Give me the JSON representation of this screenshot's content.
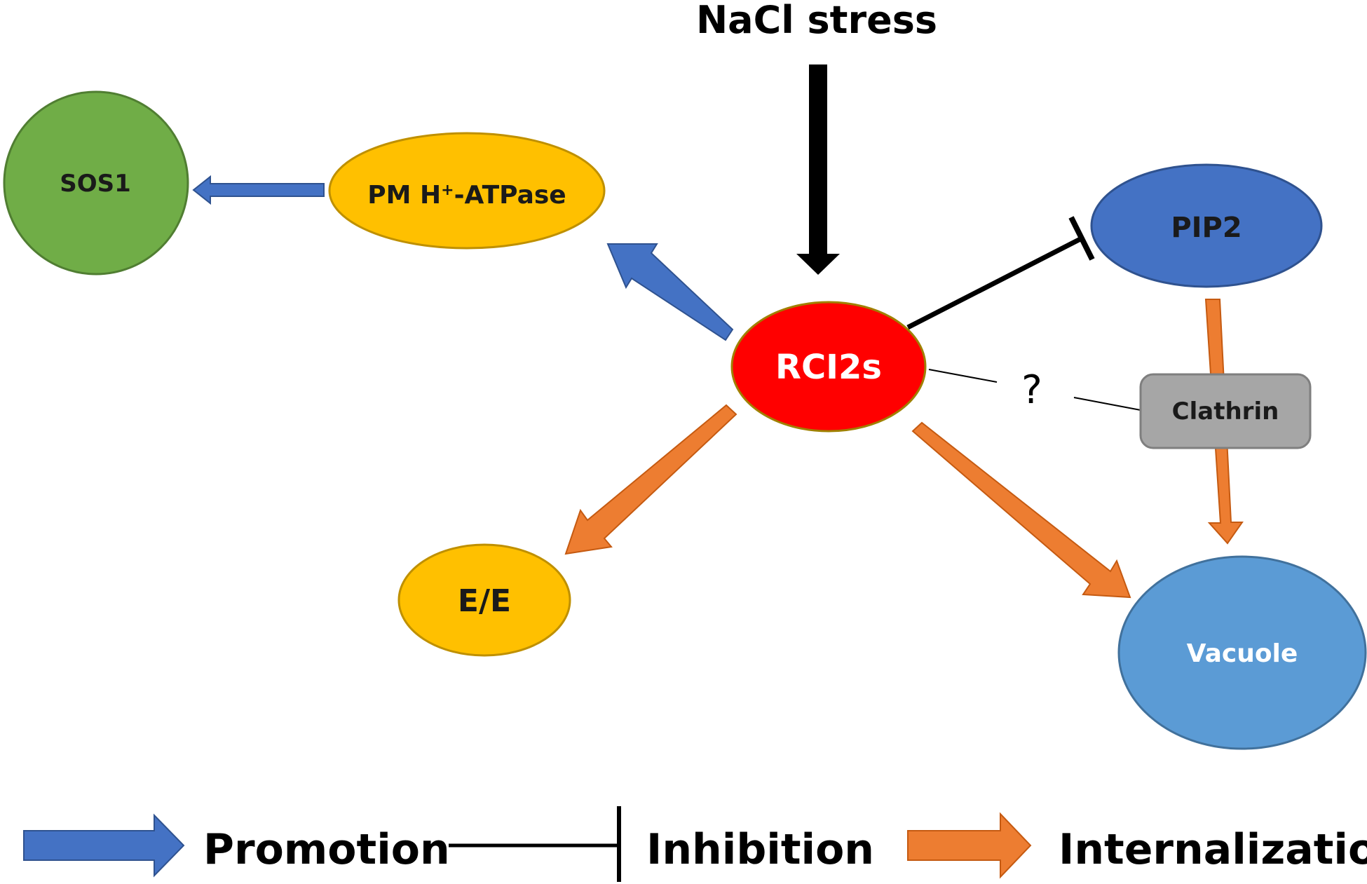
{
  "stimulus": {
    "label": "NaCl stress"
  },
  "nodes": {
    "sos1": {
      "label": "SOS1",
      "fill": "#70AD47",
      "stroke": "#507E32"
    },
    "pm_atpase": {
      "label_main": "PM H",
      "label_sup": "+",
      "label_rest": "-ATPase",
      "fill": "#FFC000",
      "stroke": "#BF9000"
    },
    "pip2": {
      "label": "PIP2",
      "fill": "#4472C4",
      "stroke": "#2F528F"
    },
    "rci2s": {
      "label": "RCI2s",
      "fill": "#FF0000",
      "stroke": "#A08000"
    },
    "clathrin": {
      "label": "Clathrin",
      "fill": "#A6A6A6",
      "stroke": "#7F7F7F"
    },
    "ee": {
      "label": "E/E",
      "fill": "#FFC000",
      "stroke": "#BF9000"
    },
    "vacuole": {
      "label": "Vacuole",
      "fill": "#5B9BD5",
      "stroke": "#41719C"
    }
  },
  "unknown_link": {
    "label": "?"
  },
  "colors": {
    "promotion": "#4472C4",
    "promotion_stroke": "#2F528F",
    "internalization": "#ED7D31",
    "internalization_stroke": "#C55A11",
    "inhibition": "#000000",
    "stress_arrow": "#000000"
  },
  "legend": {
    "promotion": "Promotion",
    "inhibition": "Inhibition",
    "internalization": "Internalization"
  }
}
